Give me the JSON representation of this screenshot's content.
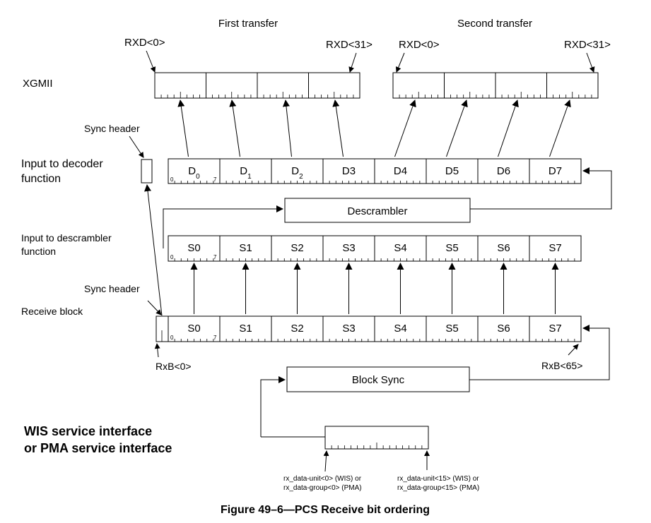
{
  "labels": {
    "first_transfer": "First transfer",
    "second_transfer": "Second transfer",
    "rxd0_a": "RXD<0>",
    "rxd31_a": "RXD<31>",
    "rxd0_b": "RXD<0>",
    "rxd31_b": "RXD<31>",
    "xgmii": "XGMII",
    "sync_header_1": "Sync header",
    "sync_header_2": "Sync header",
    "input_decoder_1": "Input to decoder",
    "input_decoder_2": "function",
    "input_descrambler_1": "Input to descrambler",
    "input_descrambler_2": "function",
    "receive_block": "Receive block",
    "rxb0": "RxB<0>",
    "rxb65": "RxB<65>",
    "wis_1": "WIS service interface",
    "wis_2": "or PMA service interface",
    "rx_left_1": "rx_data-unit<0> (WIS) or",
    "rx_left_2": "rx_data-group<0> (PMA)",
    "rx_right_1": "rx_data-unit<15> (WIS) or",
    "rx_right_2": "rx_data-group<15> (PMA)",
    "caption": "Figure 49–6—PCS Receive bit ordering"
  },
  "boxes": {
    "descrambler": "Descrambler",
    "block_sync": "Block Sync"
  },
  "bit_marks": {
    "zero": "0",
    "seven": "7"
  },
  "decoder_cells": [
    {
      "base": "D",
      "sub": "0"
    },
    {
      "base": "D",
      "sub": "1"
    },
    {
      "base": "D",
      "sub": "2"
    },
    {
      "base": "D3",
      "sub": ""
    },
    {
      "base": "D4",
      "sub": ""
    },
    {
      "base": "D5",
      "sub": ""
    },
    {
      "base": "D6",
      "sub": ""
    },
    {
      "base": "D7",
      "sub": ""
    }
  ],
  "descrambler_cells": [
    "S0",
    "S1",
    "S2",
    "S3",
    "S4",
    "S5",
    "S6",
    "S7"
  ],
  "receive_cells": [
    "S0",
    "S1",
    "S2",
    "S3",
    "S4",
    "S5",
    "S6",
    "S7"
  ]
}
